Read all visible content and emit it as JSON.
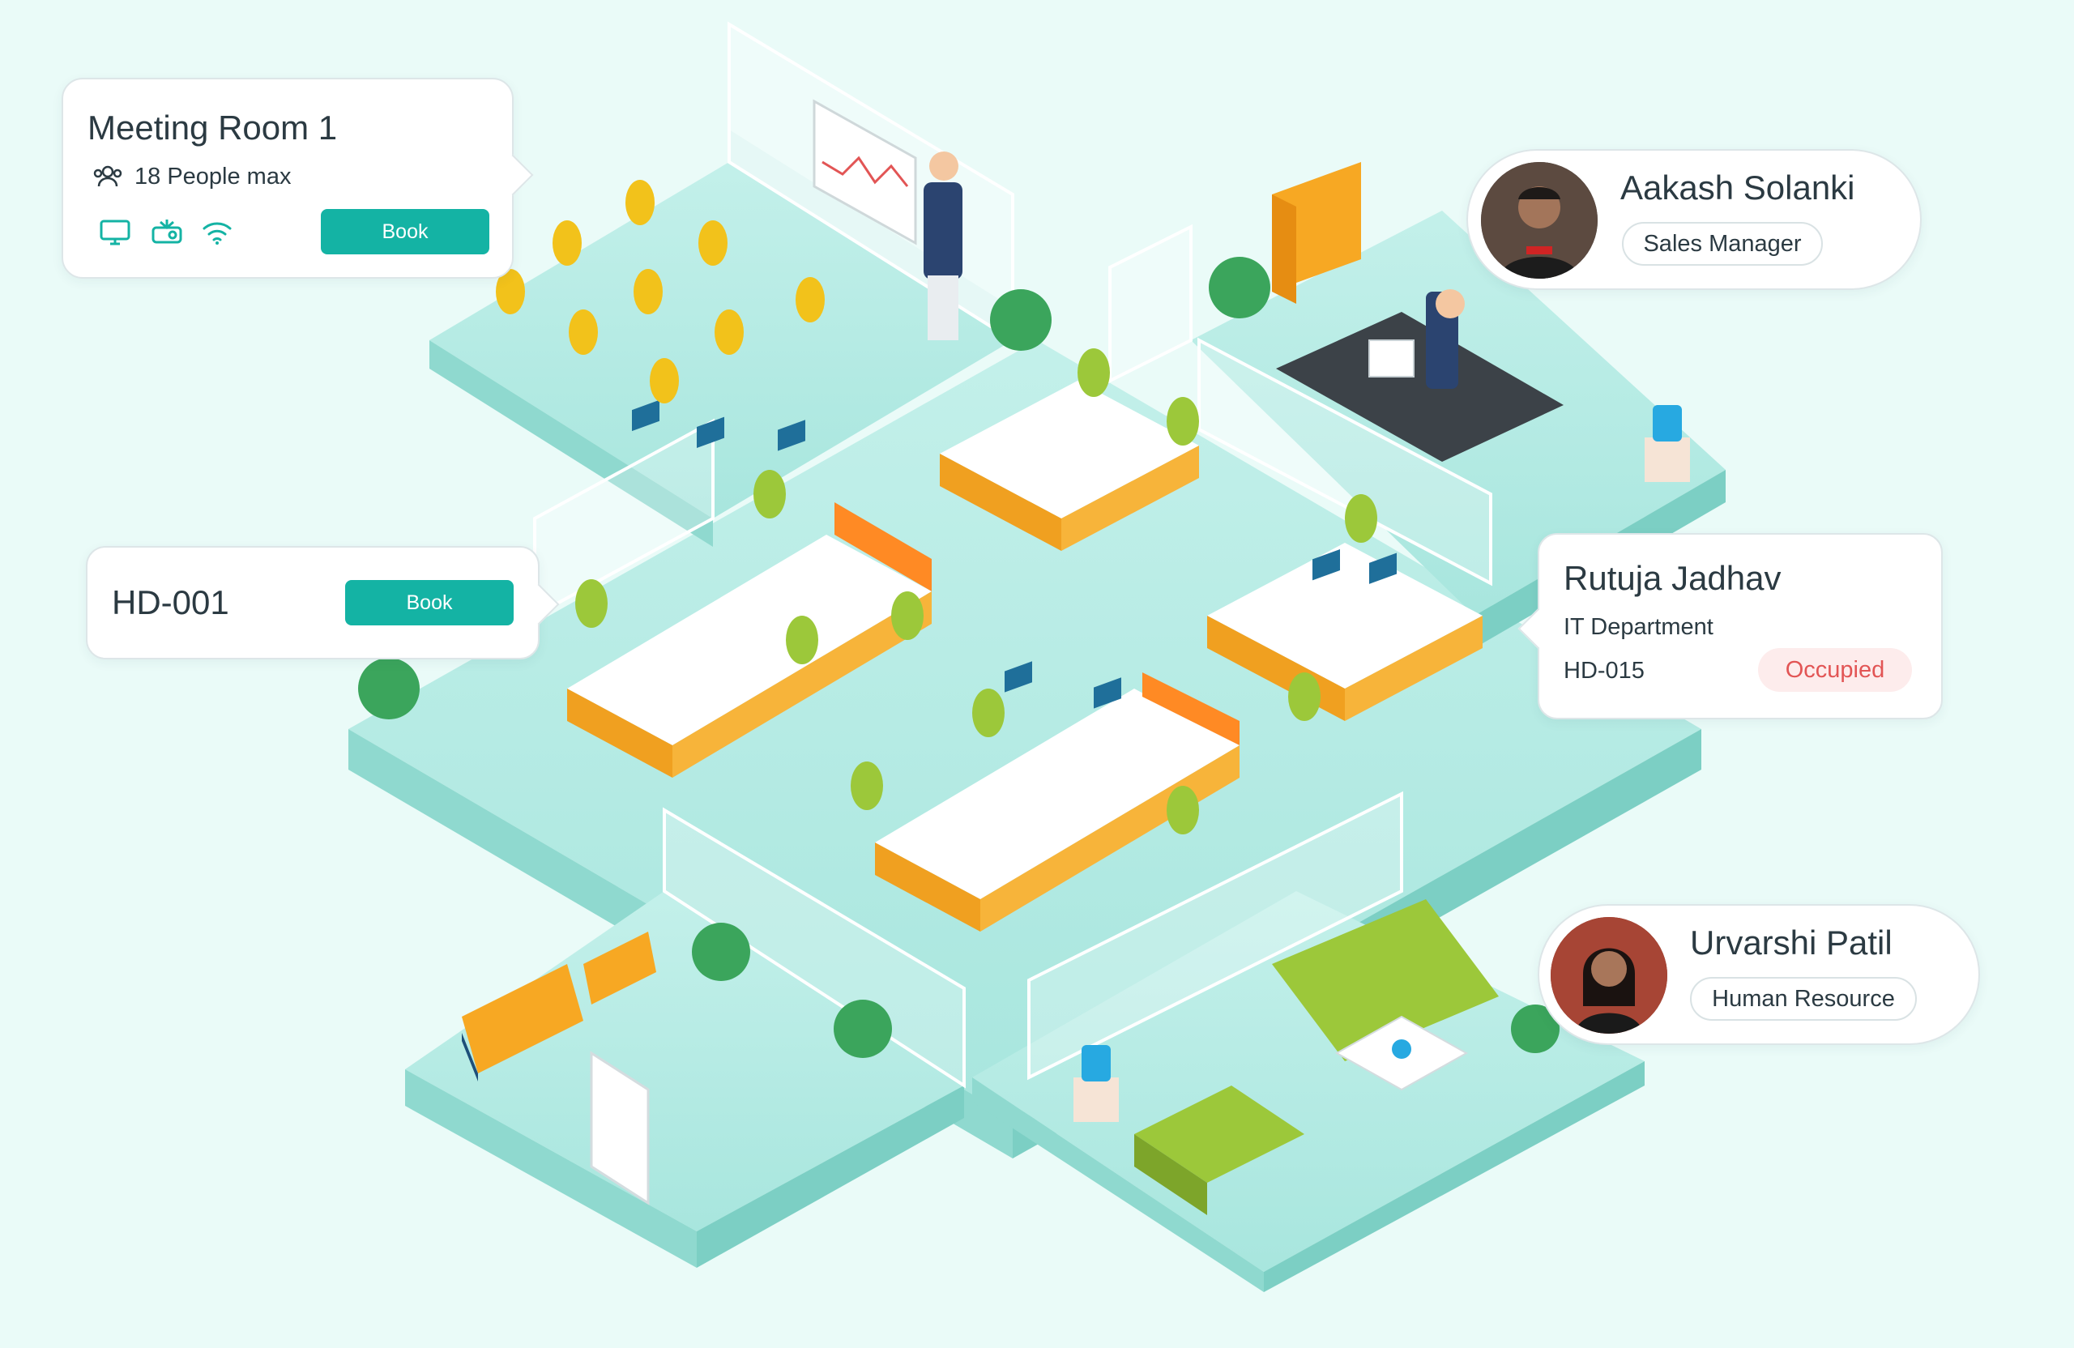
{
  "meeting_room": {
    "title": "Meeting Room 1",
    "capacity": "18 People max",
    "amenities": [
      "monitor-icon",
      "projector-icon",
      "wifi-icon"
    ],
    "book_label": "Book"
  },
  "desk": {
    "title": "HD-001",
    "book_label": "Book"
  },
  "profiles": [
    {
      "name": "Aakash Solanki",
      "role": "Sales Manager"
    },
    {
      "name": "Urvarshi Patil",
      "role": "Human Resource"
    }
  ],
  "occupied_desk": {
    "name": "Rutuja Jadhav",
    "department": "IT Department",
    "desk_id": "HD-015",
    "status": "Occupied"
  },
  "colors": {
    "accent": "#14b3a4",
    "floor": "#b5ebe4",
    "occupied_bg": "#fdecec",
    "occupied_text": "#e25555"
  }
}
